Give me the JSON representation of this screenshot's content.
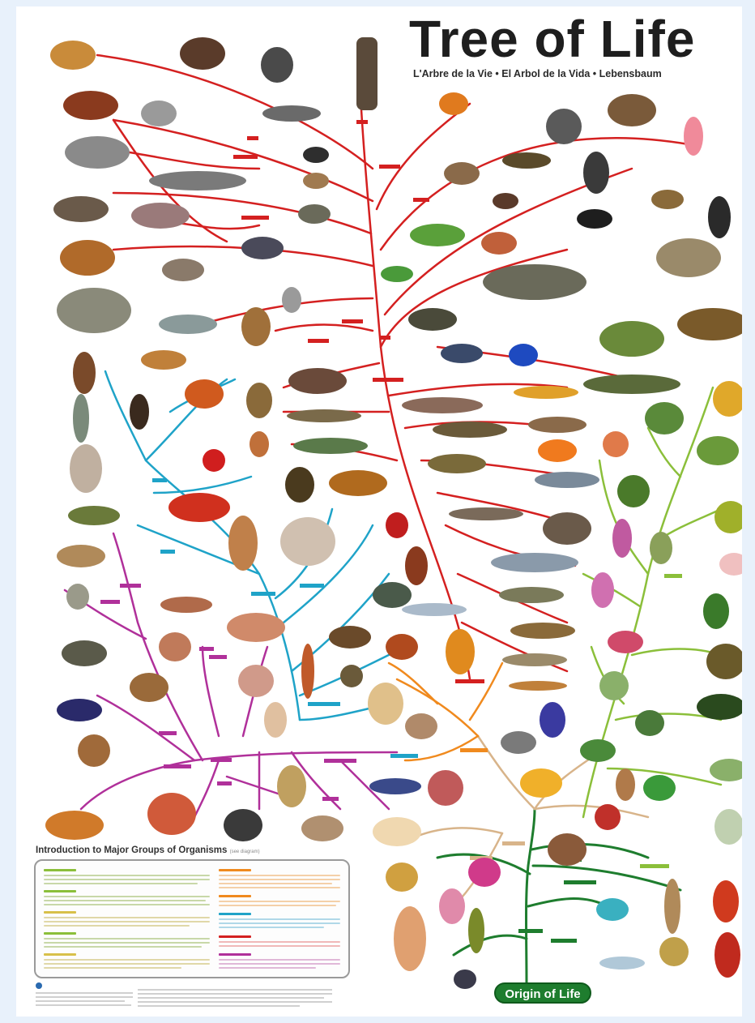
{
  "title": "Tree of Life",
  "subtitle": "L'Arbre de la Vie • El Arbol de la Vida • Lebensbaum",
  "origin_label": "Origin of Life",
  "intro": {
    "heading": "Introduction to Major Groups of Organisms",
    "heading_small": "(see diagram)"
  },
  "colors": {
    "vertebrates": "#d42020",
    "arthropods": "#1fa3c8",
    "molluscs_worms": "#b0309a",
    "echinoderms": "#f08a1e",
    "plants": "#8bbf3a",
    "fungi_base": "#d8b48a",
    "root": "#1e7d2e"
  }
}
